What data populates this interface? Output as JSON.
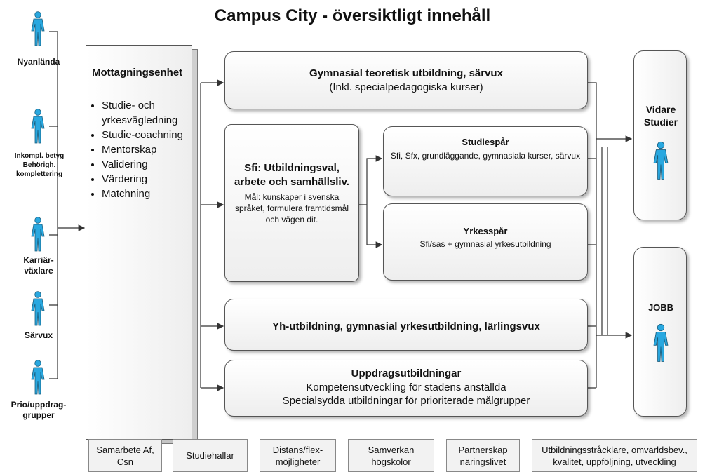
{
  "title": "Campus City - översiktligt innehåll",
  "actors": [
    {
      "label": "Nyanlända",
      "icon": "person-icon"
    },
    {
      "label": "Inkompl. betyg\nBehörigh.\nkomplettering",
      "icon": "person-icon"
    },
    {
      "label": "Karriär-\nväxlare",
      "icon": "person-icon"
    },
    {
      "label": "Särvux",
      "icon": "person-icon"
    },
    {
      "label": "Prio/uppdrag-\ngrupper",
      "icon": "person-icon"
    }
  ],
  "mottagning": {
    "title": "Mottagningsenhet",
    "items": [
      "Studie- och yrkesvägledning",
      "Studie-coachning",
      "Mentorskap",
      "Validering",
      "Värdering",
      "Matchning"
    ]
  },
  "gymnasial": {
    "title": "Gymnasial teoretisk utbildning, särvux",
    "sub": "(Inkl. specialpedagogiska kurser)"
  },
  "sfi": {
    "title": "Sfi: Utbildningsval, arbete och samhällsliv.",
    "sub": "Mål: kunskaper i svenska språket, formulera framtidsmål och vägen dit."
  },
  "studiespar": {
    "title": "Studiespår",
    "sub": "Sfi, Sfx, grundläggande, gymnasiala kurser, särvux"
  },
  "yrkesspar": {
    "title": "Yrkesspår",
    "sub": "Sfi/sas + gymnasial yrkesutbildning"
  },
  "yh": {
    "title": "Yh-utbildning, gymnasial yrkesutbildning, lärlingsvux"
  },
  "uppdrag": {
    "title": "Uppdragsutbildningar",
    "line1": "Kompetensutveckling för stadens anställda",
    "line2": "Specialsydda utbildningar för prioriterade målgrupper"
  },
  "vidare": {
    "title": "Vidare\nStudier",
    "icon": "person-icon"
  },
  "jobb": {
    "title": "JOBB",
    "icon": "person-icon"
  },
  "footer": [
    "Samarbete Af,\nCsn",
    "Studiehallar",
    "Distans/flex-\nmöjligheter",
    "Samverkan\nhögskolor",
    "Partnerskap\nnäringslivet",
    "Utbildningsstråcklare, omvärldsbev.,\nkvalitet, uppföljning, utveckling"
  ],
  "colors": {
    "person": "#29a8e0",
    "box": "#eeeeee",
    "line": "#333333"
  }
}
